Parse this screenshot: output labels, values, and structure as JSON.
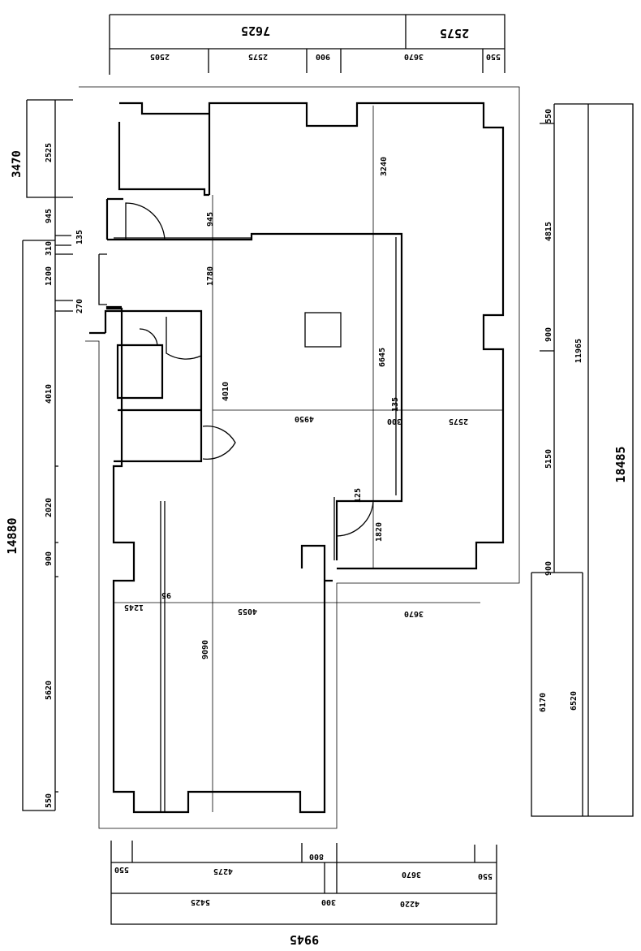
{
  "top_dims": {
    "total_a": "7625",
    "total_b": "2575",
    "segments": [
      "2505",
      "2575",
      "900",
      "3670",
      "550"
    ]
  },
  "bottom_dims": {
    "total": "9945",
    "row1": [
      "550",
      "4275",
      "800",
      "3670",
      "550"
    ],
    "row2": [
      "5425",
      "300",
      "4220"
    ]
  },
  "left_dims": {
    "upper_total": "3470",
    "lower_total": "14880",
    "segments": [
      "2525",
      "945",
      "310",
      "135",
      "1200",
      "270",
      "4010",
      "2020",
      "900",
      "5620",
      "550"
    ]
  },
  "right_dims": {
    "total": "18485",
    "upper": "11965",
    "lower": "6520",
    "segments": [
      "550",
      "4815",
      "900",
      "5150",
      "900",
      "6170"
    ]
  },
  "interior": [
    "945",
    "1780",
    "3240",
    "4010",
    "6645",
    "4950",
    "2575",
    "135",
    "300",
    "1820",
    "125",
    "1245",
    "95",
    "4055",
    "3670",
    "9090"
  ]
}
